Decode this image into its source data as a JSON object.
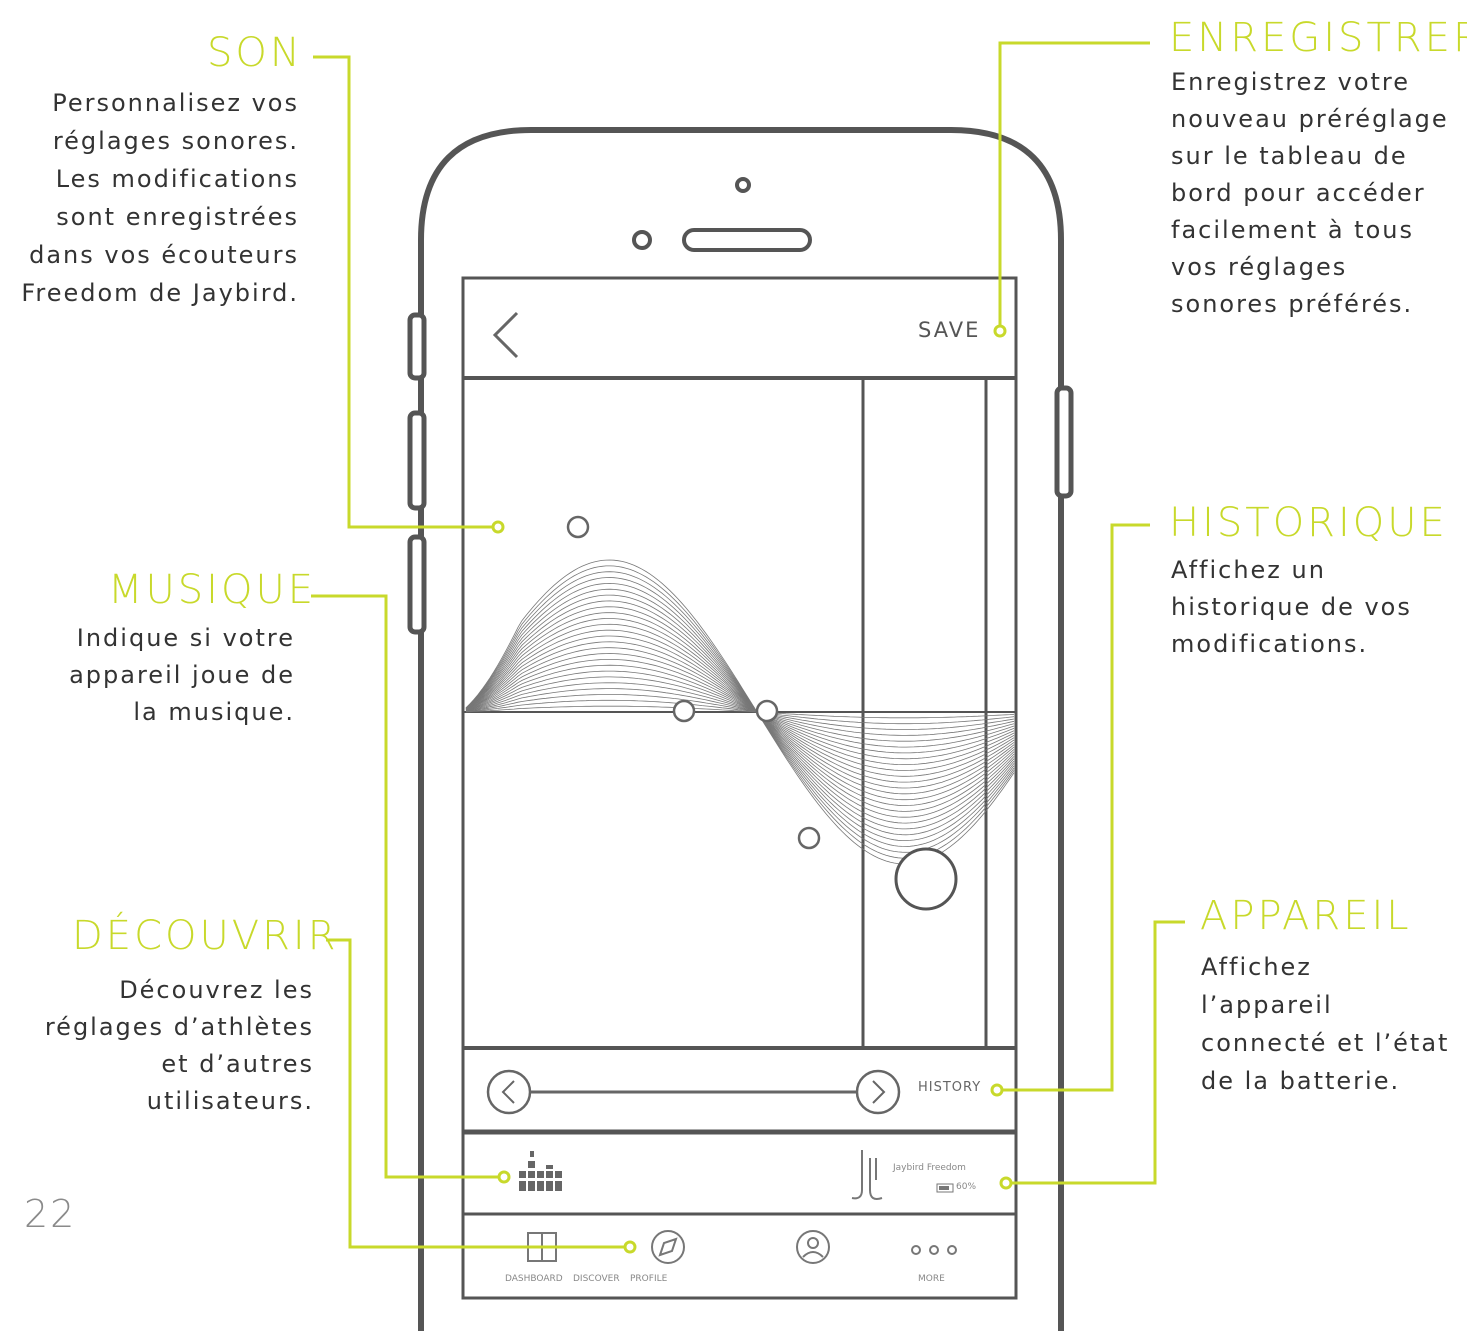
{
  "page_number": "22",
  "callouts": {
    "son": {
      "title": "SON",
      "lines": [
        "Personnalisez vos",
        "réglages sonores.",
        "Les modifications",
        "sont enregistrées",
        "dans vos écouteurs",
        "Freedom de Jaybird."
      ]
    },
    "musique": {
      "title": "MUSIQUE",
      "lines": [
        "Indique si votre",
        "appareil joue de",
        "la musique."
      ]
    },
    "decouvrir": {
      "title": "DÉCOUVRIR",
      "lines": [
        "Découvrez les",
        "réglages d’athlètes",
        "et d’autres",
        "utilisateurs."
      ]
    },
    "enregistrer": {
      "title": "ENREGISTRER",
      "lines": [
        "Enregistrez votre",
        "nouveau préréglage",
        "sur le tableau de",
        "bord pour accéder",
        "facilement à tous",
        "vos réglages",
        "sonores préférés."
      ]
    },
    "historique": {
      "title": "HISTORIQUE",
      "lines": [
        "Affichez un",
        "historique de vos",
        "modifications."
      ]
    },
    "appareil": {
      "title": "APPAREIL",
      "lines": [
        "Affichez",
        "l’appareil",
        "connecté et l’état",
        "de la batterie."
      ]
    }
  },
  "phone_ui": {
    "save_label": "SAVE",
    "history_label": "HISTORY",
    "device_name": "Jaybird Freedom",
    "battery": "60%",
    "nav": {
      "dashboard": "DASHBOARD",
      "discover": "DISCOVER",
      "profile": "PROFILE",
      "more": "MORE"
    }
  },
  "colors": {
    "accent": "#c8d92b",
    "outline": "#5a5a5a"
  }
}
